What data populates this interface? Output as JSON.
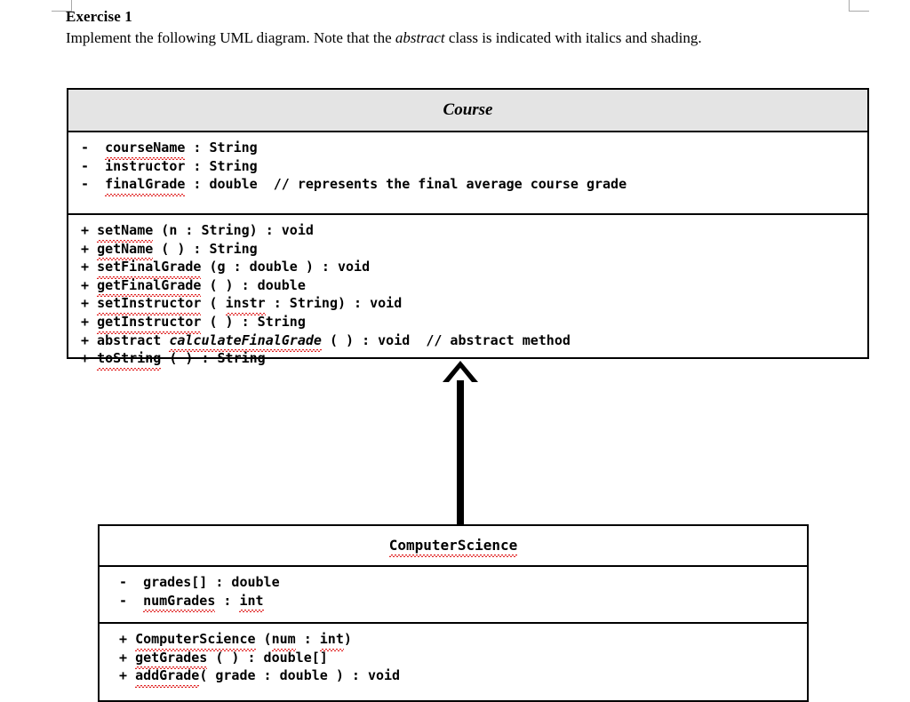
{
  "document": {
    "exercise_title": "Exercise 1",
    "instruction_prefix": "Implement the following UML diagram. Note that the ",
    "instruction_italic": "abstract",
    "instruction_suffix": " class is indicated with italics and shading."
  },
  "colors": {
    "abstract_header_fill": "#e4e4e4",
    "box_border": "#000000",
    "page_guide": "#a9a9a9",
    "spellcheck_underline": "#e02020",
    "page_background": "#ffffff"
  },
  "uml": {
    "relationship": {
      "type": "generalization",
      "arrow_name": "inheritance-arrow",
      "from": "ComputerScience",
      "to": "Course",
      "arrowhead": "hollow-triangle",
      "direction": "up"
    },
    "classes": [
      {
        "name": "Course",
        "stereotype": "abstract",
        "shaded": true,
        "title_italic": true,
        "attributes": [
          "-  courseName : String",
          "-  instructor : String",
          "-  finalGrade : double  // represents the final average course grade"
        ],
        "methods": [
          "+ setName (n : String) : void",
          "+ getName ( ) : String",
          "+ setFinalGrade (g : double ) : void",
          "+ getFinalGrade ( ) : double",
          "+ setInstructor ( instr : String) : void",
          "+ getInstructor ( ) : String",
          "+ abstract calculateFinalGrade ( ) : void  // abstract method",
          "+ toString ( ) : String"
        ],
        "abstract_method_parts": {
          "prefix": "+ abstract ",
          "italic_name": "calculateFinalGrade",
          "suffix": " ( ) : void  // abstract method"
        }
      },
      {
        "name": "ComputerScience",
        "stereotype": "concrete",
        "shaded": false,
        "title_italic": false,
        "attributes": [
          "-  grades[] : double",
          "-  numGrades : int"
        ],
        "methods": [
          "+ ComputerScience (num : int)",
          "+ getGrades ( ) : double[]",
          "+ addGrade( grade : double ) : void"
        ]
      }
    ]
  }
}
